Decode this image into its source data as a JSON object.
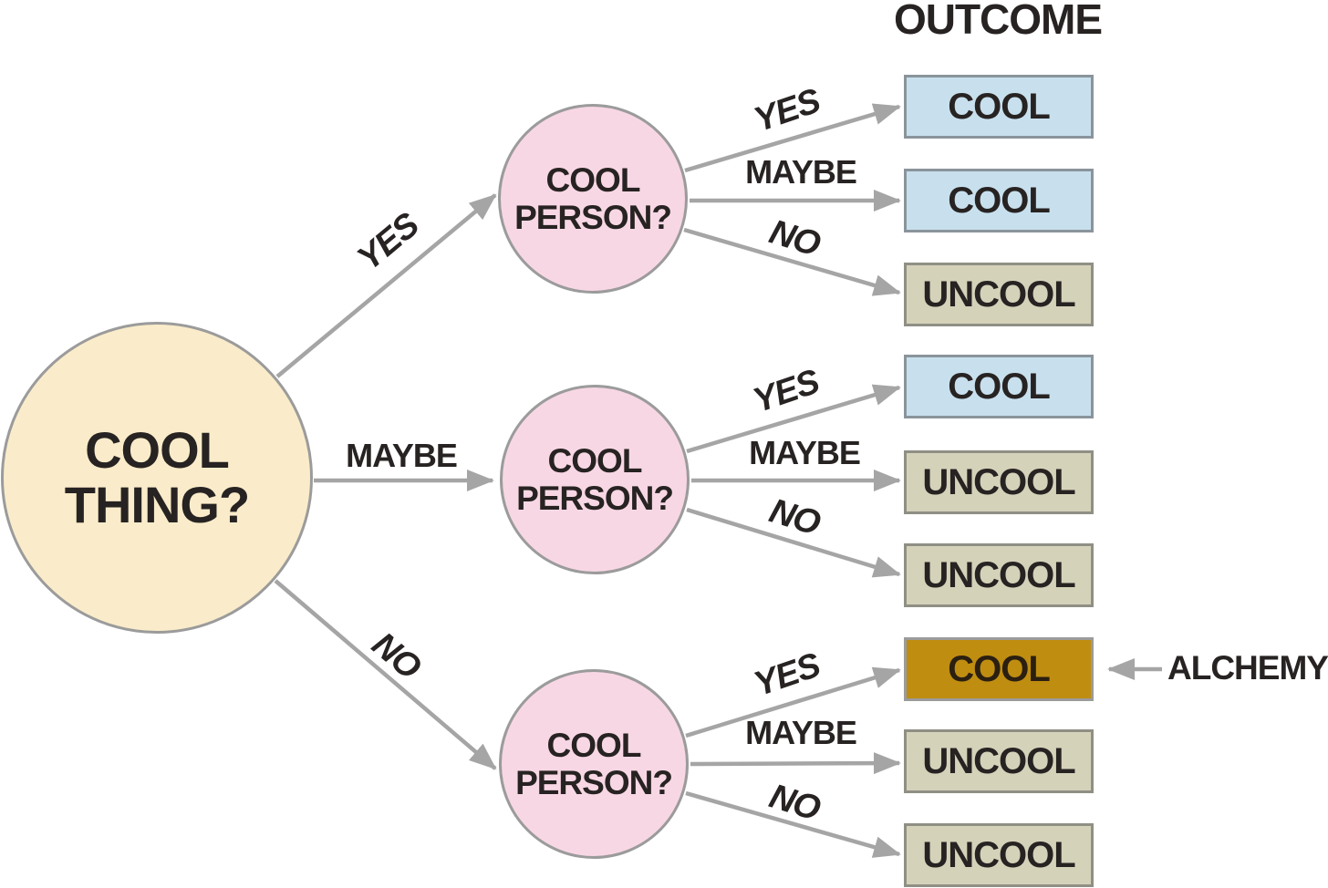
{
  "outcome_header": "OUTCOME",
  "alchemy_label": "ALCHEMY",
  "root_node": {
    "line1": "COOL",
    "line2": "THING?"
  },
  "decision_nodes": [
    {
      "line1": "COOL",
      "line2": "PERSON?"
    },
    {
      "line1": "COOL",
      "line2": "PERSON?"
    },
    {
      "line1": "COOL",
      "line2": "PERSON?"
    }
  ],
  "main_branches": [
    {
      "label": "YES"
    },
    {
      "label": "MAYBE"
    },
    {
      "label": "NO"
    }
  ],
  "sub_branches": {
    "top": [
      {
        "label": "YES"
      },
      {
        "label": "MAYBE"
      },
      {
        "label": "NO"
      }
    ],
    "middle": [
      {
        "label": "YES"
      },
      {
        "label": "MAYBE"
      },
      {
        "label": "NO"
      }
    ],
    "bottom": [
      {
        "label": "YES"
      },
      {
        "label": "MAYBE"
      },
      {
        "label": "NO"
      }
    ]
  },
  "outcomes": {
    "top": [
      {
        "label": "COOL",
        "status": "cool"
      },
      {
        "label": "COOL",
        "status": "cool"
      },
      {
        "label": "UNCOOL",
        "status": "uncool"
      }
    ],
    "middle": [
      {
        "label": "COOL",
        "status": "cool"
      },
      {
        "label": "UNCOOL",
        "status": "uncool"
      },
      {
        "label": "UNCOOL",
        "status": "uncool"
      }
    ],
    "bottom": [
      {
        "label": "COOL",
        "status": "alchemy"
      },
      {
        "label": "UNCOOL",
        "status": "uncool"
      },
      {
        "label": "UNCOOL",
        "status": "uncool"
      }
    ]
  },
  "colors": {
    "root_fill": "#faecca",
    "decision_fill": "#f8d7e5",
    "cool_fill": "#c8e0ee",
    "uncool_fill": "#d5d2ba",
    "alchemy_fill": "#bf8d10",
    "arrow": "#a5a5a5",
    "text": "#272322"
  }
}
